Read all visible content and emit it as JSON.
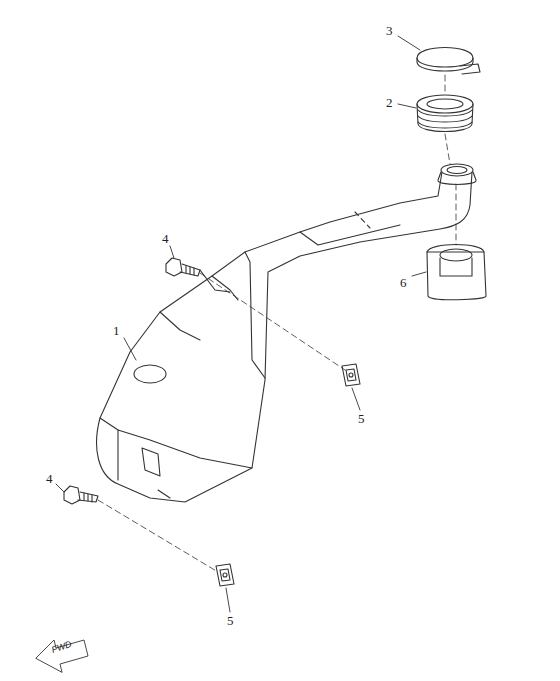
{
  "diagram": {
    "labels": [
      "3",
      "2",
      "6",
      "4",
      "5",
      "1",
      "4",
      "5",
      "FWD"
    ]
  }
}
